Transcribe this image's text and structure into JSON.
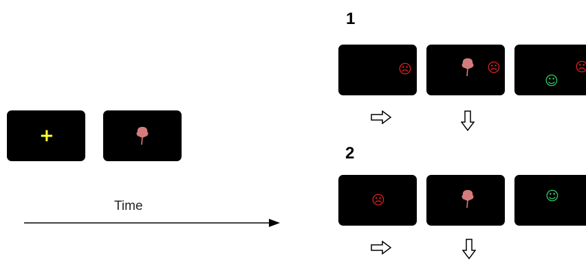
{
  "fixation": {
    "glyph": "+"
  },
  "time": {
    "label": "Time"
  },
  "colors": {
    "background": "#ffffff",
    "screen": "#000000",
    "fixation": "#ffff33",
    "flower": "#d47c7c",
    "sad_face": "#e02020",
    "happy_face": "#33cc66",
    "arrow_line": "#000000"
  },
  "faces": {
    "sad": "☹",
    "happy": "☺"
  },
  "conditions": [
    {
      "number": "1"
    },
    {
      "number": "2"
    }
  ]
}
